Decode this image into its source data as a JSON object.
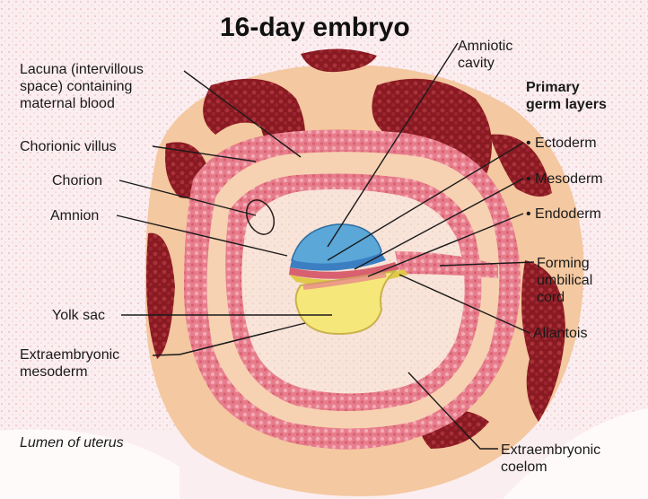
{
  "title": "16-day embryo",
  "primary_heading": "Primary\ngerm layers",
  "labels": {
    "lacuna": "Lacuna (intervillous\nspace) containing\nmaternal blood",
    "chorionic_villus": "Chorionic villus",
    "chorion": "Chorion",
    "amnion": "Amnion",
    "yolk_sac": "Yolk sac",
    "extraembryonic_mesoderm": "Extraembryonic\nmesoderm",
    "lumen": "Lumen of uterus",
    "amniotic_cavity": "Amniotic\ncavity",
    "ectoderm": "• Ectoderm",
    "mesoderm": "• Mesoderm",
    "endoderm": "• Endoderm",
    "umbilical_cord": "Forming\numbilical\ncord",
    "allantois": "Allantois",
    "extraembryonic_coelom": "Extraembryonic\ncoelom"
  },
  "colors": {
    "background": "#fbeef0",
    "maternal_blood": "#8a1a22",
    "chorion_tissue": "#f4c8a0",
    "villus_pink": "#e77d8c",
    "amniotic_cavity": "#5aa7d8",
    "yolk_sac": "#f6e77a",
    "coelom": "#f8e4d8"
  }
}
